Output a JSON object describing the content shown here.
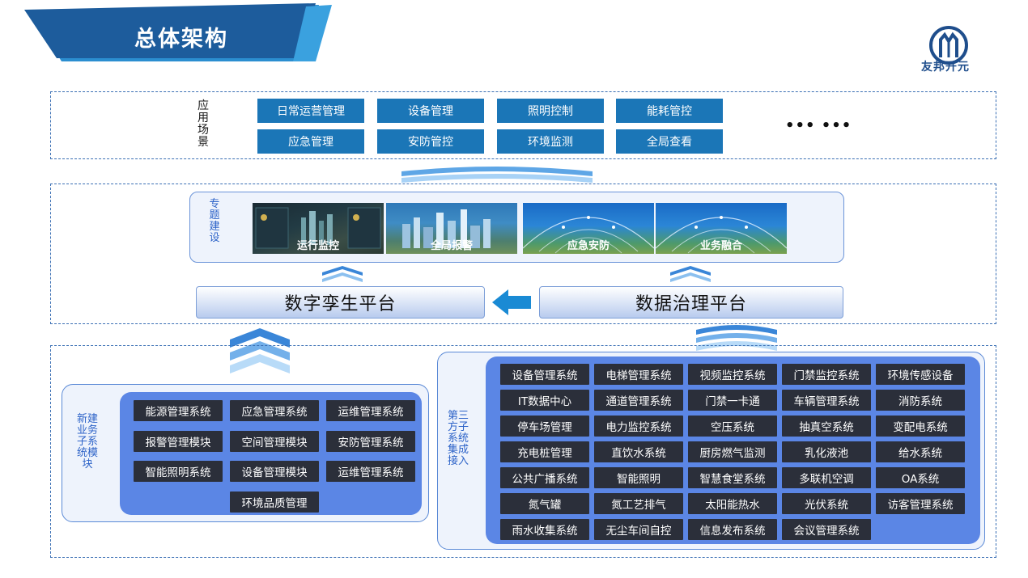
{
  "header": {
    "title": "总体架构",
    "logo_text": "友邦开元"
  },
  "app_section": {
    "label": "应用场景",
    "items": [
      "日常运营管理",
      "设备管理",
      "照明控制",
      "能耗管控",
      "应急管理",
      "安防管控",
      "环境监测",
      "全局查看"
    ],
    "more": "•••  •••"
  },
  "topic_section": {
    "label": "专题建设",
    "items": [
      "运行监控",
      "全局报警",
      "应急安防",
      "业务融合"
    ]
  },
  "platforms": {
    "twin": "数字孪生平台",
    "data": "数据治理平台"
  },
  "new_biz": {
    "label": "新建业务子系统模块",
    "items": [
      "能源管理系统",
      "应急管理系统",
      "运维管理系统",
      "报警管理模块",
      "空间管理模块",
      "安防管理系统",
      "智能照明系统",
      "设备管理模块",
      "运维管理系统",
      "环境品质管理"
    ]
  },
  "third_party": {
    "label": "第三方子系统集成接入",
    "items": [
      "设备管理系统",
      "电梯管理系统",
      "视频监控系统",
      "门禁监控系统",
      "环境传感设备",
      "IT数据中心",
      "通道管理系统",
      "门禁一卡通",
      "车辆管理系统",
      "消防系统",
      "停车场管理",
      "电力监控系统",
      "空压系统",
      "抽真空系统",
      "变配电系统",
      "充电桩管理",
      "直饮水系统",
      "厨房燃气监测",
      "乳化液池",
      "给水系统",
      "公共广播系统",
      "智能照明",
      "智慧食堂系统",
      "多联机空调",
      "OA系统",
      "氮气罐",
      "氮工艺排气",
      "太阳能热水",
      "光伏系统",
      "访客管理系统",
      "雨水收集系统",
      "无尘车间自控",
      "信息发布系统",
      "会议管理系统"
    ]
  },
  "colors": {
    "banner": "#1d5c9c",
    "app_button": "#1b76b7",
    "module": "#2b2f3a",
    "panel_blue": "#5b86e5",
    "arrow": "#1a8ad4"
  }
}
